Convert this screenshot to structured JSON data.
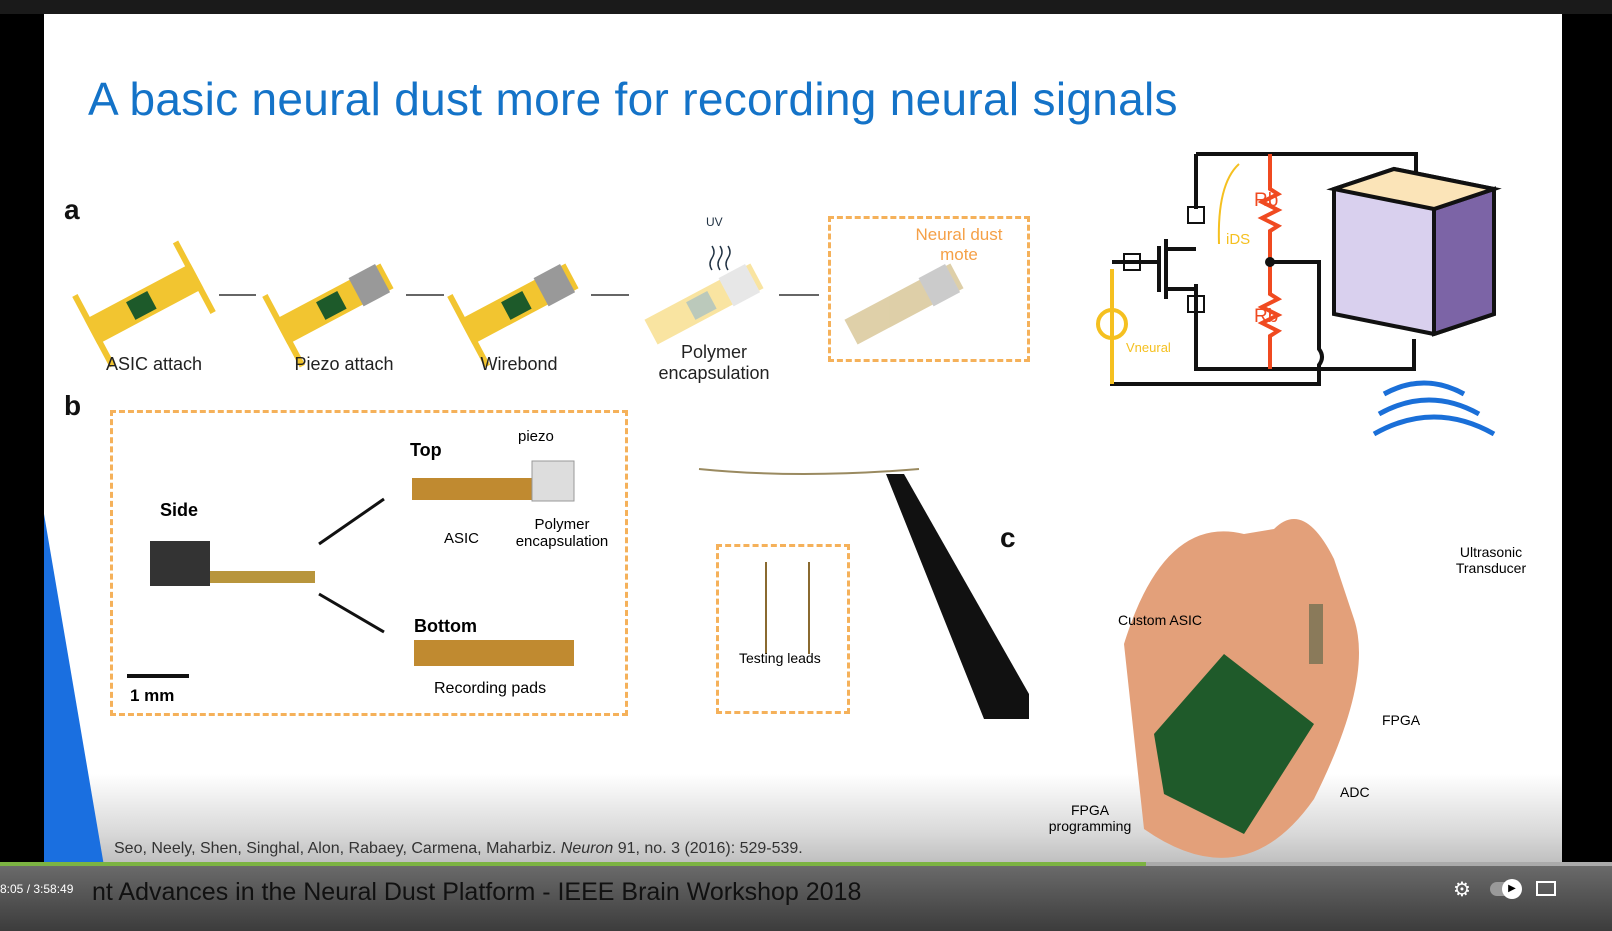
{
  "slide": {
    "title": "A basic neural dust more for recording neural signals",
    "panel_a": {
      "label": "a",
      "steps": [
        "ASIC attach",
        "Piezo attach",
        "Wirebond",
        "Polymer encapsulation"
      ],
      "uv_label": "UV",
      "result_label": "Neural dust mote"
    },
    "circuit": {
      "resistor_label": "Rb",
      "current_label": "iDS",
      "source_label": "Vneural"
    },
    "panel_b": {
      "label": "b",
      "side": "Side",
      "top": "Top",
      "bottom": "Bottom",
      "piezo": "piezo",
      "asic": "ASIC",
      "polymer": "Polymer encapsulation",
      "pads": "Recording pads",
      "scale": "1 mm",
      "testing_leads": "Testing leads"
    },
    "panel_c": {
      "label": "c",
      "transducer": "Ultrasonic Transducer",
      "asic": "Custom ASIC",
      "fpga": "FPGA",
      "adc": "ADC",
      "fpga_prog": "FPGA programming"
    },
    "citation_authors": "Seo, Neely, Shen, Singhal, Alon, Rabaey, Carmena, Maharbiz.",
    "citation_journal": "Neuron",
    "citation_rest": "91, no. 3 (2016): 529-539."
  },
  "player": {
    "time": "8:05 / 3:58:49",
    "video_title": "nt Advances in the Neural Dust Platform - IEEE Brain Workshop 2018",
    "progress_fraction": 0.711,
    "colors": {
      "progress": "#7cb342",
      "title": "#1473c8"
    }
  }
}
